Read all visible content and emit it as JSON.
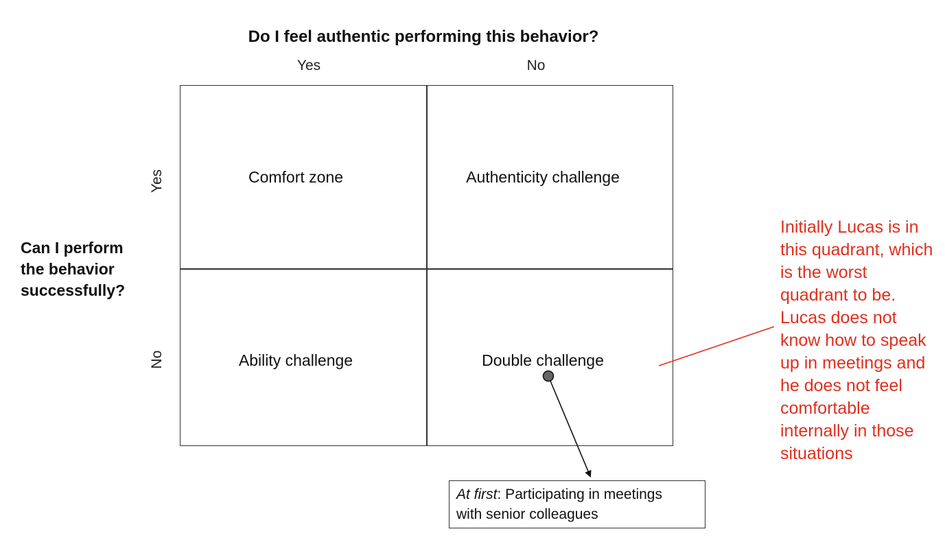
{
  "diagram": {
    "top_question": "Do I feel authentic performing this behavior?",
    "columns": [
      "Yes",
      "No"
    ],
    "side_question": [
      "Can I perform",
      "the behavior",
      "successfully?"
    ],
    "rows": [
      "Yes",
      "No"
    ],
    "quadrants": {
      "yes_yes": "Comfort zone",
      "yes_no": "Authenticity challenge",
      "no_yes": "Ability challenge",
      "no_no": "Double challenge"
    },
    "first_box": {
      "lead": "At first",
      "rest": ": Participating in meetings",
      "line2": "with senior colleagues"
    },
    "annotation": "Initially Lucas is in this quadrant, which is the worst quadrant to be. Lucas does not know how to speak up in meetings and he does not feel comfortable internally in those situations",
    "colors": {
      "annotation": "#e0301e",
      "lines": "#333333",
      "marker": "#666666"
    }
  }
}
